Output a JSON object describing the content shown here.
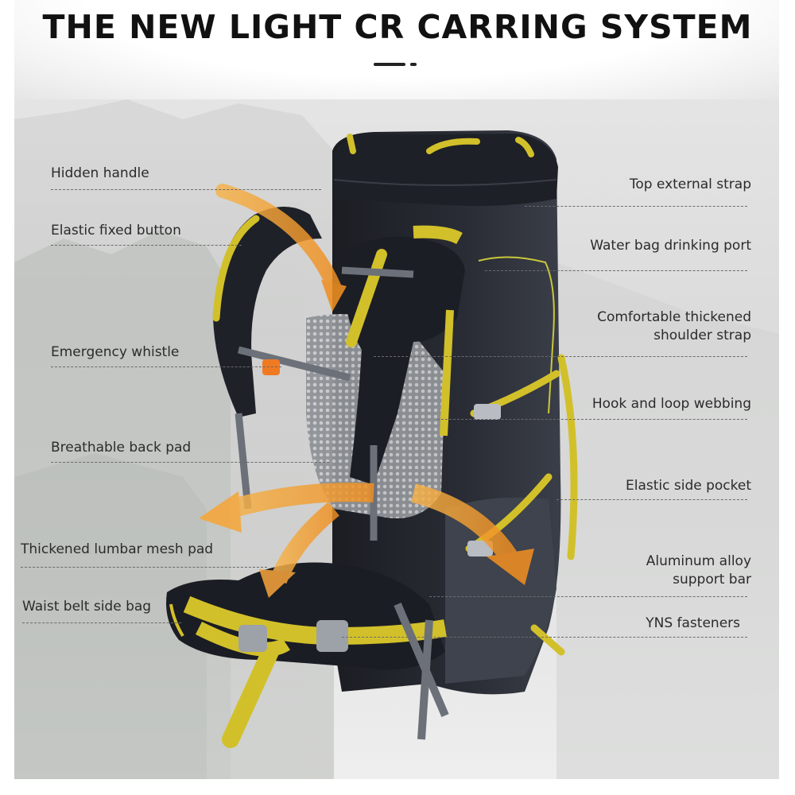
{
  "title": "THE NEW LIGHT CR CARRING SYSTEM",
  "colors": {
    "accent_yellow": "#d2c02a",
    "pack_body": "#23252c",
    "arrow_orange": "#f2a03a",
    "mesh_gray": "#a9abae"
  },
  "left_labels": [
    "Hidden handle",
    "Elastic fixed button",
    "Emergency whistle",
    "Breathable back pad",
    "Thickened lumbar mesh pad",
    "Waist belt side bag"
  ],
  "right_labels": [
    "Top external strap",
    "Water bag drinking port",
    [
      "Comfortable thickened",
      "shoulder strap"
    ],
    "Hook and loop webbing",
    "Elastic side pocket",
    [
      "Aluminum alloy",
      "support bar"
    ],
    "YNS fasteners"
  ]
}
